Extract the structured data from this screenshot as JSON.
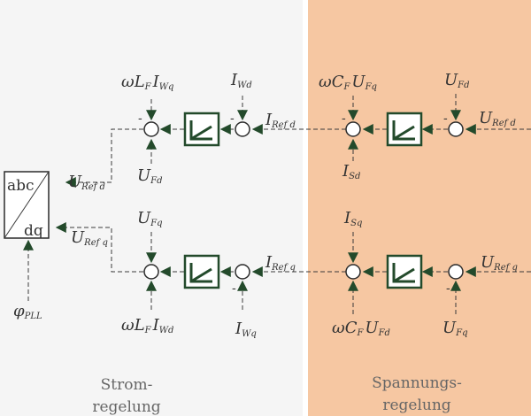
{
  "regions": {
    "left_caption_line1": "Strom-",
    "left_caption_line2": "regelung",
    "right_caption_line1": "Spannungs-",
    "right_caption_line2": "regelung",
    "left_color": "#f5f5f5",
    "right_color": "#f6c7a2"
  },
  "transform": {
    "label_top": "abc",
    "label_bottom": "dq"
  },
  "signals": {
    "phi_main": "φ",
    "phi_sub": "PLL",
    "u_refd_left_main": "U",
    "u_refd_left_sub": "Ref d",
    "u_refq_left_main": "U",
    "u_refq_left_sub": "Ref q",
    "cross_d_top": {
      "omega": "ω",
      "L": "L",
      "Lsub": "F",
      "I": "I",
      "Isub": "Wq"
    },
    "cross_q_bottom": {
      "omega": "ω",
      "L": "L",
      "Lsub": "F",
      "I": "I",
      "Isub": "Wd"
    },
    "ufd_ff_main": "U",
    "ufd_ff_sub": "Fd",
    "ufq_ff_main": "U",
    "ufq_ff_sub": "Fq",
    "iwd_main": "I",
    "iwd_sub": "Wd",
    "iwq_main": "I",
    "iwq_sub": "Wq",
    "irefd_main": "I",
    "irefd_sub": "Ref d",
    "irefq_main": "I",
    "irefq_sub": "Ref q",
    "volt_cross_d": {
      "omega": "ω",
      "C": "C",
      "Csub": "F",
      "U": "U",
      "Usub": "Fq"
    },
    "volt_cross_q": {
      "omega": "ω",
      "C": "C",
      "Csub": "F",
      "U": "U",
      "Usub": "Fd"
    },
    "isd_main": "I",
    "isd_sub": "Sd",
    "isq_main": "I",
    "isq_sub": "Sq",
    "ufd_meas_main": "U",
    "ufd_meas_sub": "Fd",
    "ufq_meas_main": "U",
    "ufq_meas_sub": "Fq",
    "urefd_right_main": "U",
    "urefd_right_sub": "Ref d",
    "urefq_right_main": "U",
    "urefq_right_sub": "Ref q"
  },
  "signs": {
    "minus": "-"
  }
}
